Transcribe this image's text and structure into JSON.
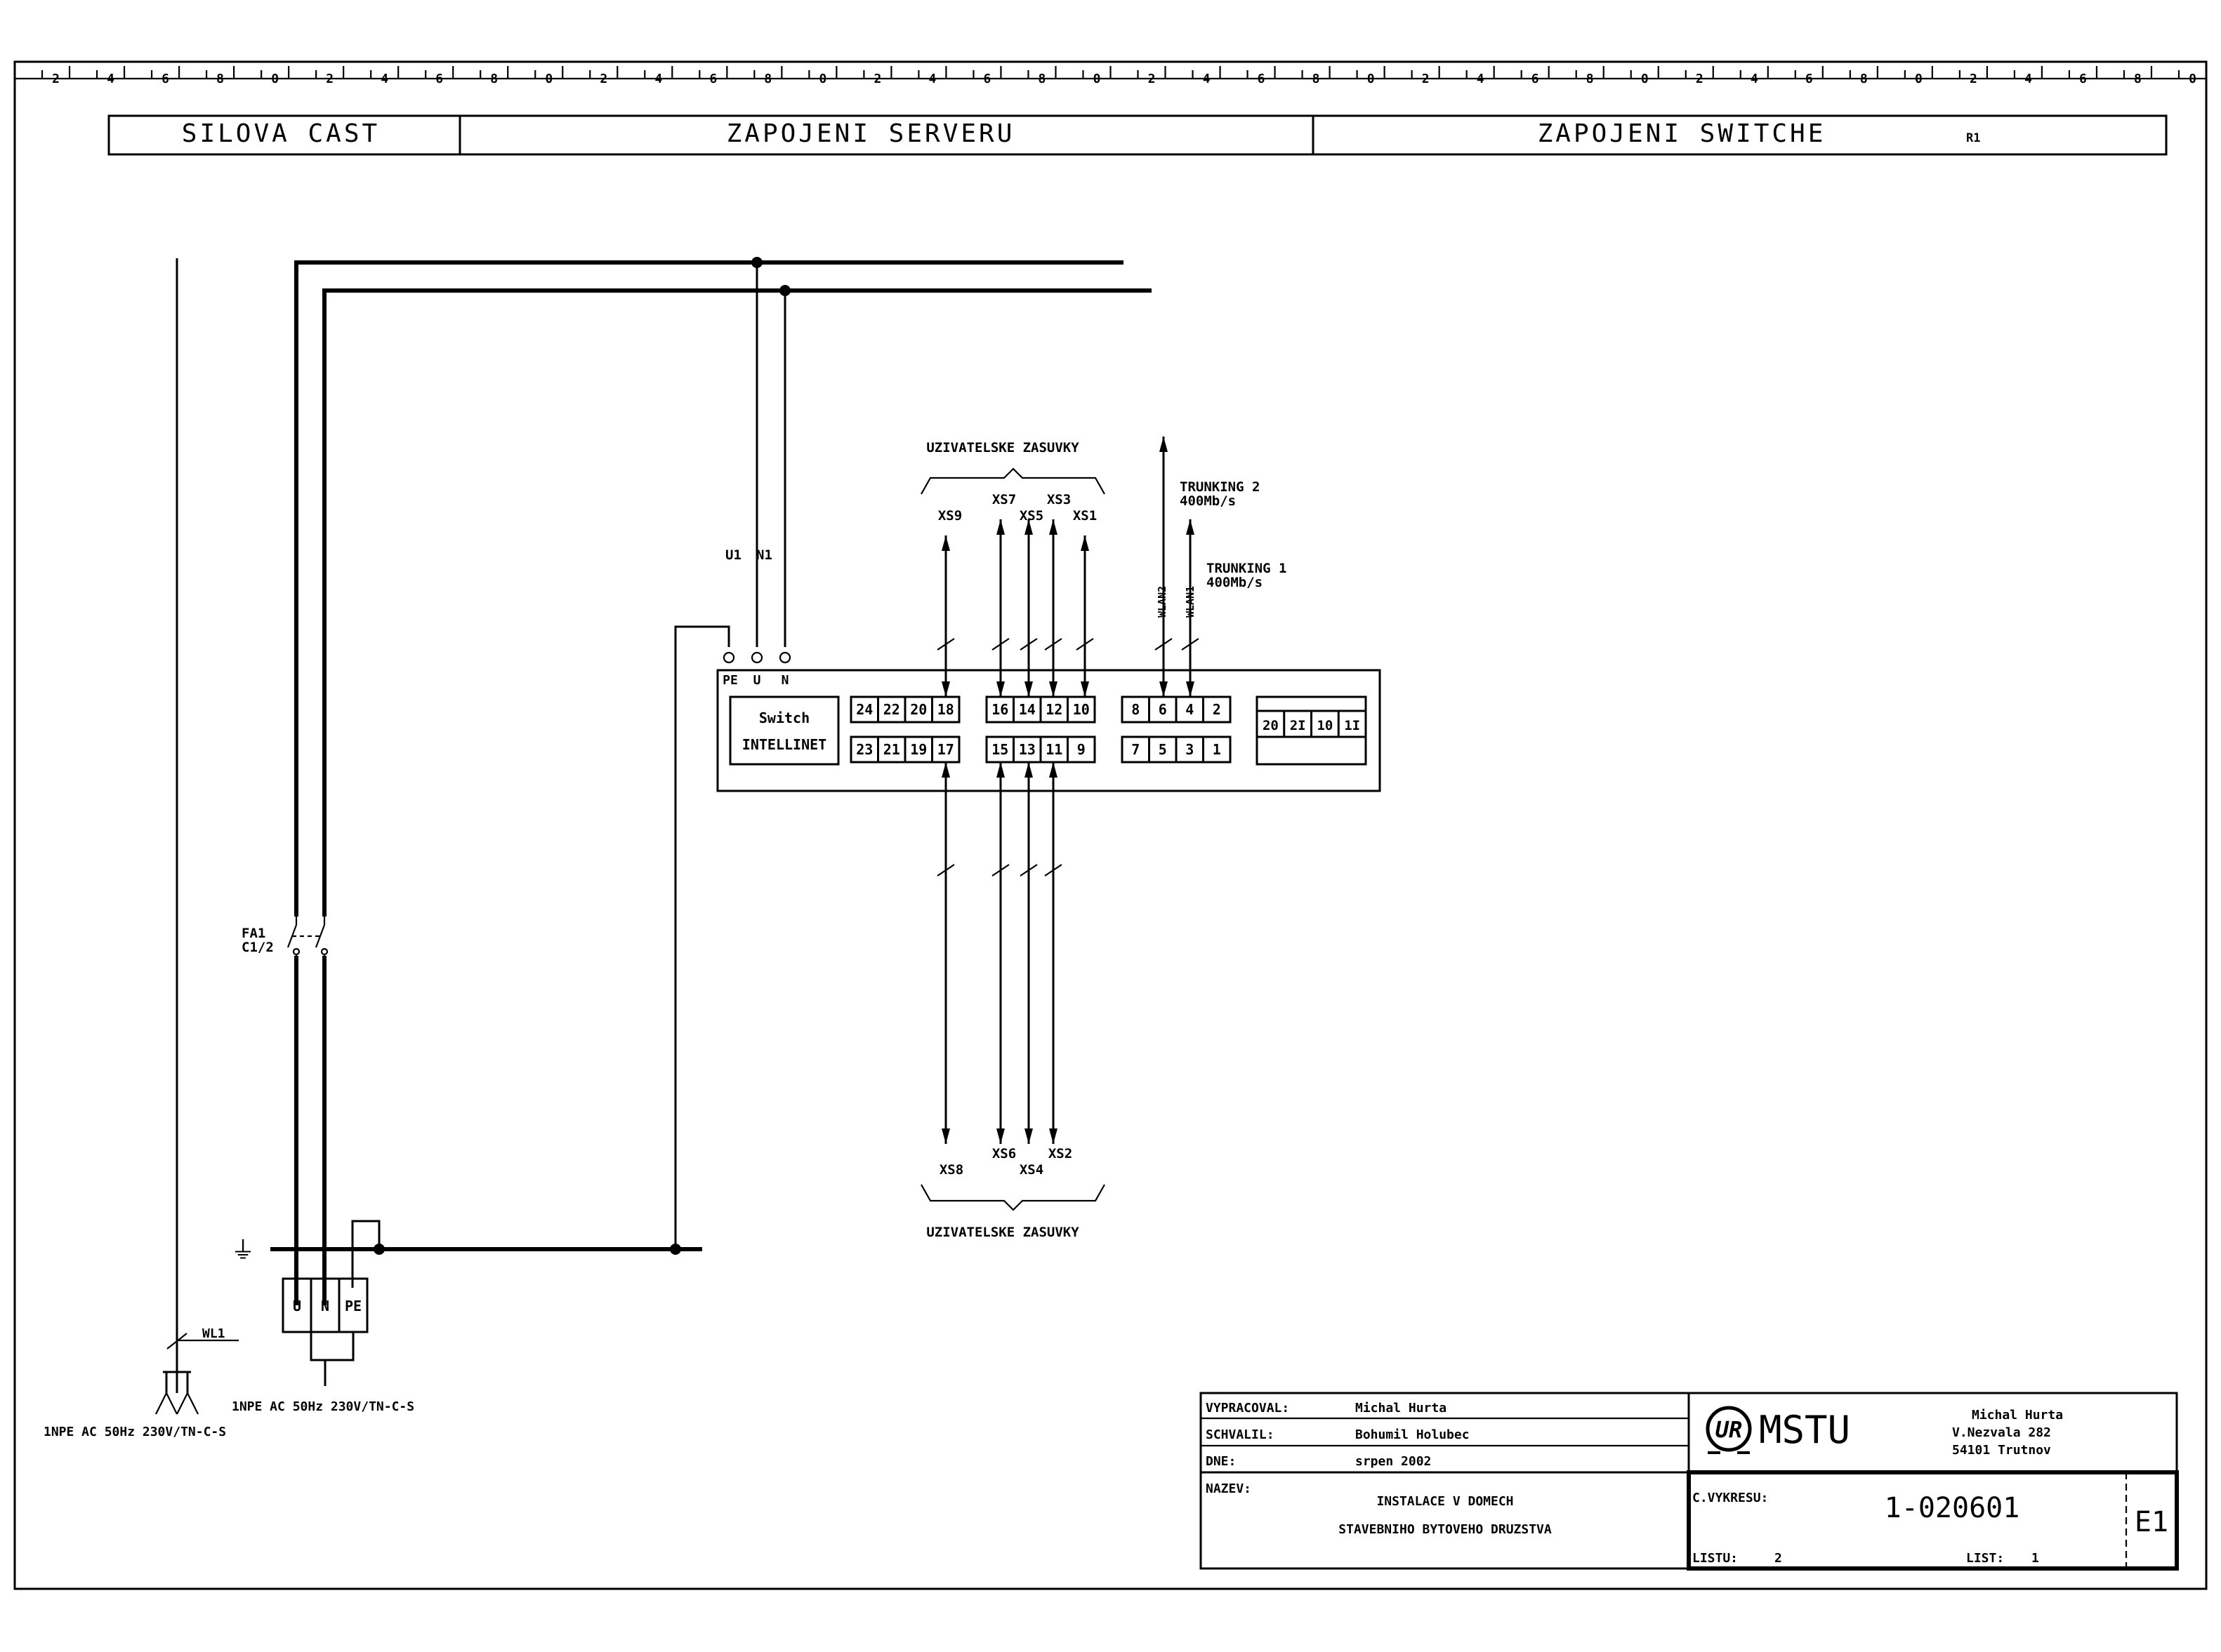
{
  "ruler": {
    "labels": [
      "2",
      "4",
      "6",
      "8",
      "0",
      "2",
      "4",
      "6",
      "8",
      "0",
      "2",
      "4",
      "6",
      "8",
      "0",
      "2",
      "4",
      "6",
      "8",
      "0",
      "2",
      "4",
      "6",
      "8",
      "0",
      "2",
      "4",
      "6",
      "8",
      "0",
      "2",
      "4",
      "6",
      "8",
      "0",
      "2",
      "4",
      "6",
      "8",
      "0"
    ]
  },
  "header": {
    "section1": "SILOVA CAST",
    "section2": "ZAPOJENI SERVERU",
    "section3": "ZAPOJENI SWITCHE",
    "revision": "R1"
  },
  "power": {
    "terminal_labels": [
      "U1",
      "N1"
    ],
    "breaker_label_1": "FA1",
    "breaker_label_2": "C1/2",
    "supply_label": "1NPE AC 50Hz 230V/TN-C-S",
    "input_label": "1NPE AC 50Hz 230V/TN-C-S",
    "cable_label": "WL1",
    "terminal_block": [
      "U",
      "N",
      "PE"
    ],
    "ground_symbol": "⏚"
  },
  "switch": {
    "name": "Switch",
    "brand": "INTELLINET",
    "power_terminals": [
      "PE",
      "U",
      "N"
    ],
    "ports_top_a": [
      "24",
      "22",
      "20",
      "18"
    ],
    "ports_top_b": [
      "16",
      "14",
      "12",
      "10"
    ],
    "ports_top_c": [
      "8",
      "6",
      "4",
      "2"
    ],
    "ports_bottom_a": [
      "23",
      "21",
      "19",
      "17"
    ],
    "ports_bottom_b": [
      "15",
      "13",
      "11",
      "9"
    ],
    "ports_bottom_c": [
      "7",
      "5",
      "3",
      "1"
    ],
    "module_ports": [
      "20",
      "2I",
      "10",
      "1I"
    ]
  },
  "connections": {
    "top_group_label": "UZIVATELSKE ZASUVKY",
    "bottom_group_label": "UZIVATELSKE ZASUVKY",
    "top_sockets": {
      "xs9": "XS9",
      "xs7": "XS7",
      "xs5": "XS5",
      "xs3": "XS3",
      "xs1": "XS1"
    },
    "bottom_sockets": {
      "xs8": "XS8",
      "xs6": "XS6",
      "xs4": "XS4",
      "xs2": "XS2"
    },
    "trunk2_label": "TRUNKING 2",
    "trunk2_speed": "400Mb/s",
    "trunk1_label": "TRUNKING 1",
    "trunk1_speed": "400Mb/s",
    "trunk_cable_2": "WLAN2",
    "trunk_cable_1": "WLAN1"
  },
  "title_block": {
    "drawn_by_label": "VYPRACOVAL:",
    "drawn_by": "Michal Hurta",
    "approved_by_label": "SCHVALIL:",
    "approved_by": "Bohumil Holubec",
    "date_label": "DNE:",
    "date": "srpen 2002",
    "name_label": "NAZEV:",
    "name_line1": "INSTALACE V DOMECH",
    "name_line2": "STAVEBNIHO BYTOVEHO DRUZSTVA",
    "logo_letters": "UR",
    "company": "MSTU",
    "author_name": "Michal Hurta",
    "author_street": "V.Nezvala 282",
    "author_city": "54101 Trutnov",
    "drawing_no_label": "C.VYKRESU:",
    "drawing_no": "1-020601",
    "sheet_code": "E1",
    "sheets_label": "LISTU:",
    "sheets_total": "2",
    "sheet_label": "LIST:",
    "sheet_no": "1"
  }
}
